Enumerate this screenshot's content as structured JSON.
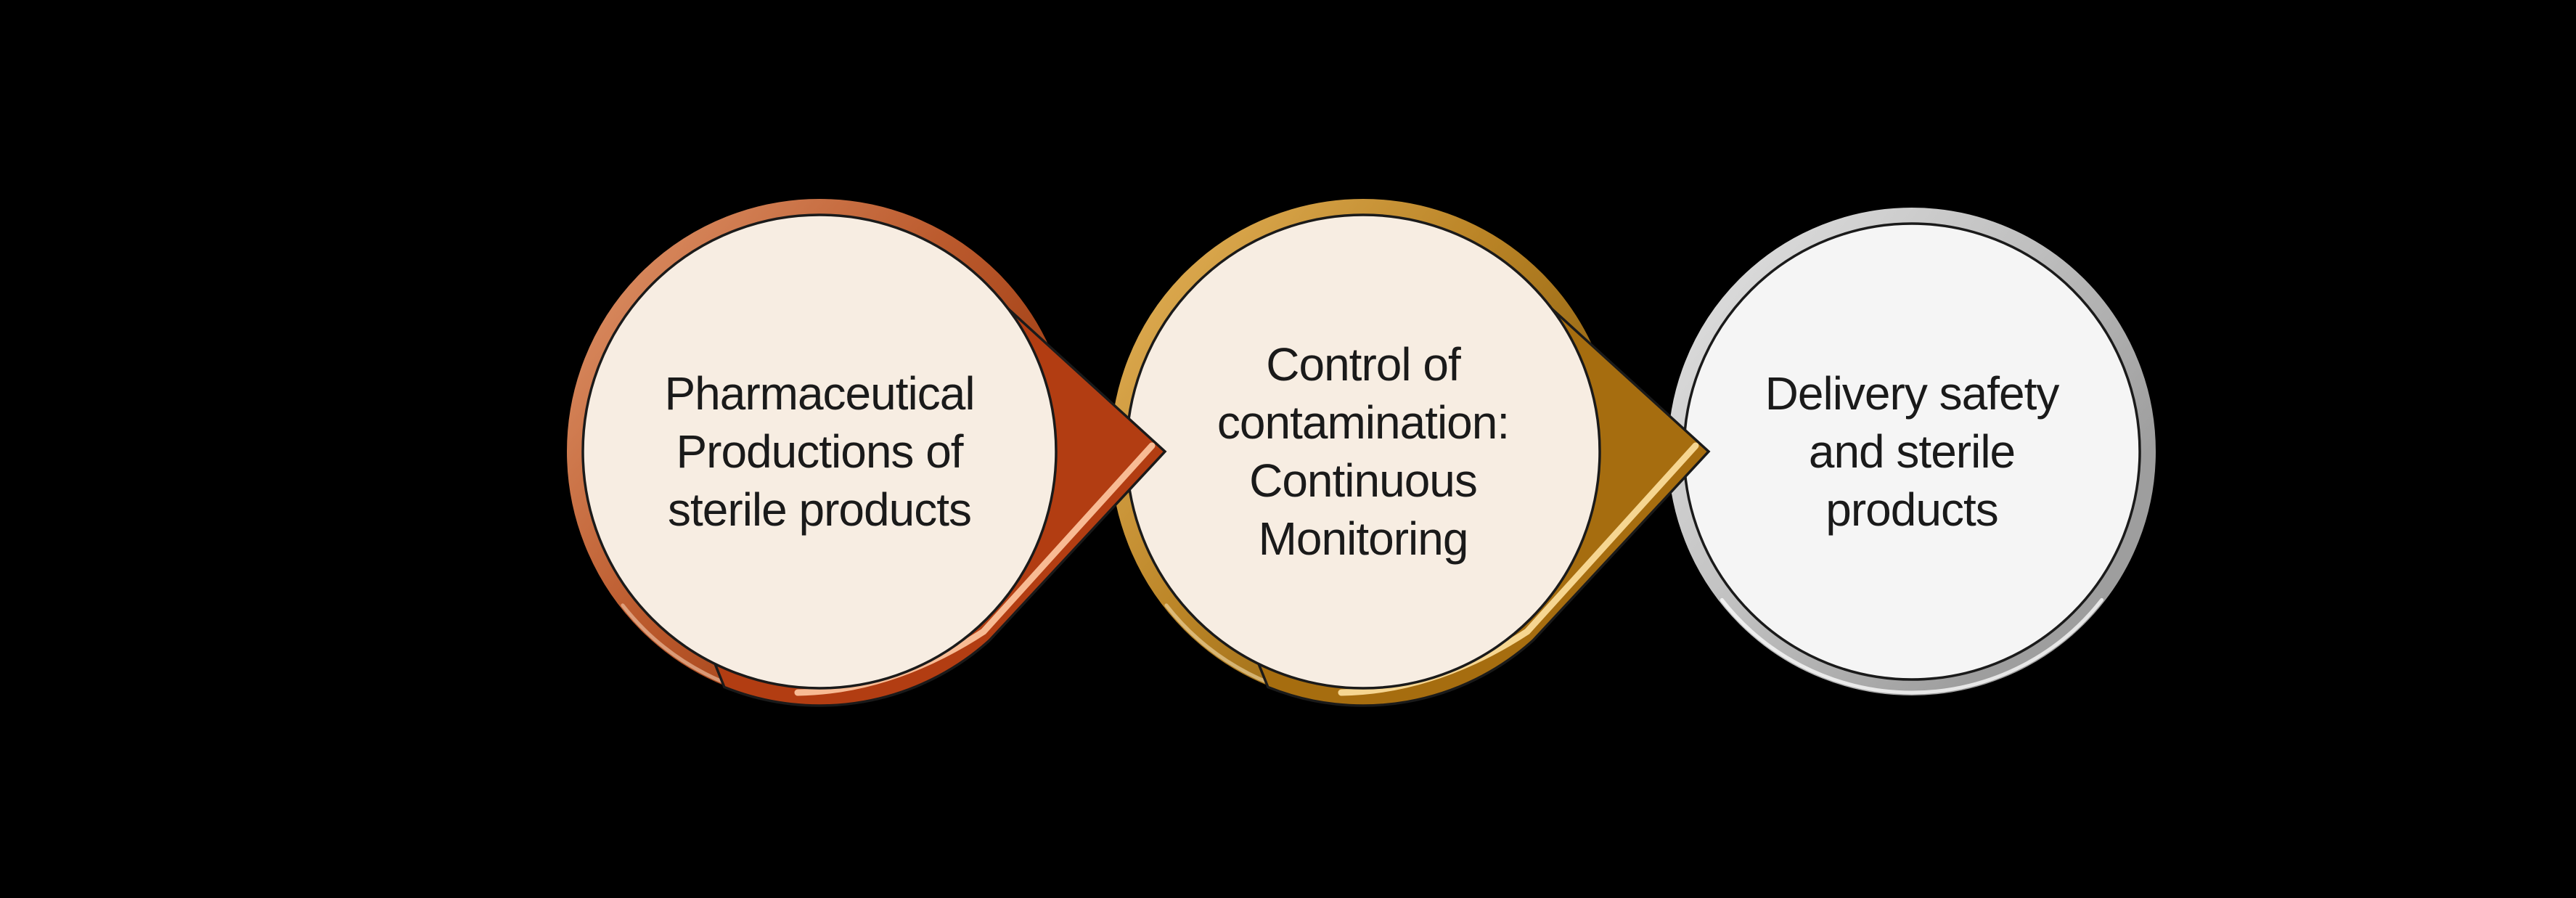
{
  "canvas": {
    "background": "#000000",
    "outline_color": "#1A1A1A",
    "text_color": "#1A1A1A"
  },
  "diagram": {
    "type": "circle-arrow-process-flow",
    "units": [
      {
        "name": "step-1",
        "lines": [
          "Pharmaceutical",
          "Productions of",
          "sterile products"
        ],
        "has_arrow": true,
        "ring_light": "#D8895E",
        "ring_mid": "#BC5B2E",
        "ring_dark": "#9C3A10",
        "sheen": "#FFE1C8",
        "arrow_color": "#B23D12",
        "arrow_highlight": "#FFC9A3",
        "fill": "#F7EDE2"
      },
      {
        "name": "step-2",
        "lines": [
          "Control of",
          "contamination:",
          "Continuous",
          "Monitoring"
        ],
        "has_arrow": true,
        "ring_light": "#DCA94F",
        "ring_mid": "#BA8426",
        "ring_dark": "#8F6210",
        "sheen": "#FFEFC8",
        "arrow_color": "#A66D0F",
        "arrow_highlight": "#FFE1A0",
        "fill": "#F7EDE2"
      },
      {
        "name": "step-3",
        "lines": [
          "Delivery safety",
          "and sterile",
          "products"
        ],
        "has_arrow": false,
        "ring_light": "#DBDBDB",
        "ring_mid": "#C0C0C0",
        "ring_dark": "#9E9E9E",
        "sheen": "#FFFFFF",
        "arrow_color": null,
        "arrow_highlight": null,
        "fill": "#F5F5F5"
      }
    ]
  }
}
